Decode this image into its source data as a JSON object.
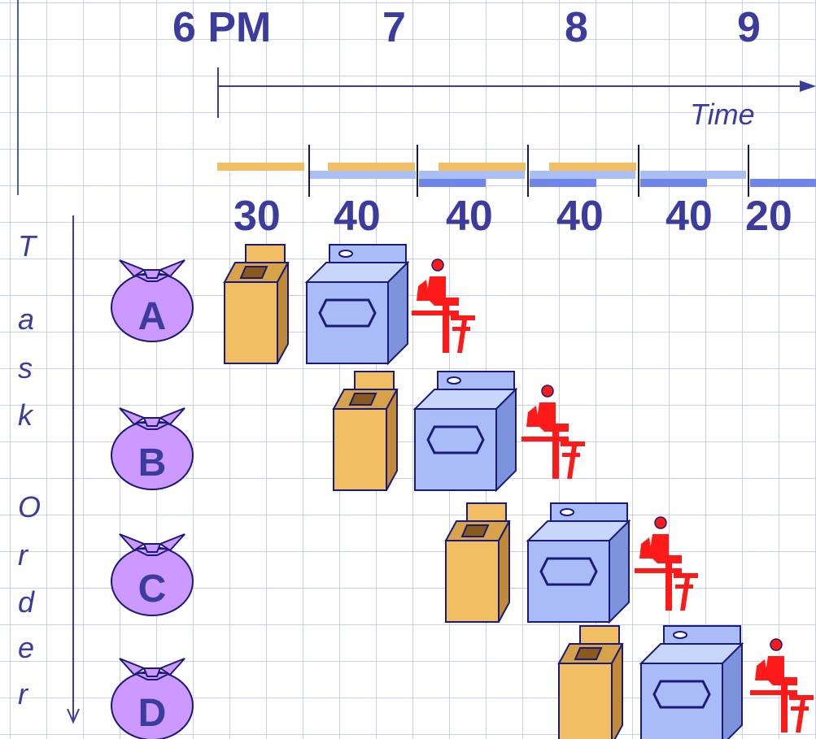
{
  "timeline": {
    "hours": [
      "6 PM",
      "7",
      "8",
      "9"
    ],
    "axis_label": "Time",
    "durations": [
      "30",
      "40",
      "40",
      "40",
      "40",
      "20"
    ]
  },
  "task_order": {
    "label_letters": [
      "T",
      "a",
      "s",
      "k",
      "O",
      "r",
      "d",
      "e",
      "r"
    ]
  },
  "tasks": [
    {
      "label": "A"
    },
    {
      "label": "B"
    },
    {
      "label": "C"
    },
    {
      "label": "D"
    }
  ],
  "colors": {
    "washer": "#f2be64",
    "dryer": "#a9bcf7",
    "folder": "#ff1a1a",
    "bag": "#cc99ff",
    "text": "#3c3c9e",
    "wash_bar": "#f2be64",
    "dry_bar_light": "#aabff2",
    "dry_bar_dark": "#6f86e8"
  }
}
